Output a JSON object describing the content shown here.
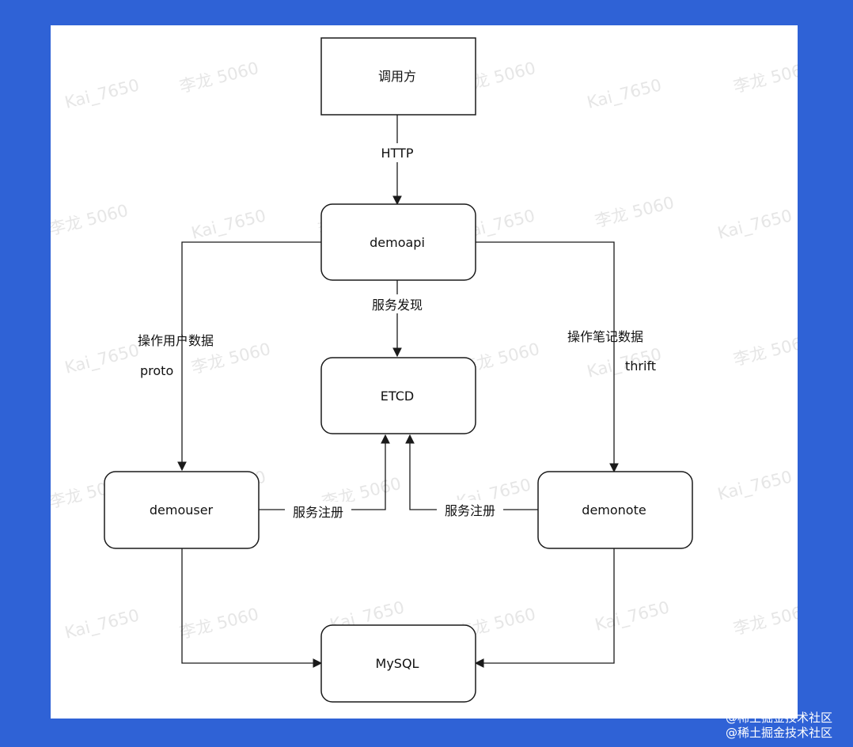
{
  "colors": {
    "background": "#2f62d6",
    "canvas": "#ffffff",
    "stroke": "#1a1a1a",
    "watermark": "#e6e6e6"
  },
  "nodes": {
    "caller": "调用方",
    "demoapi": "demoapi",
    "etcd": "ETCD",
    "demouser": "demouser",
    "demonote": "demonote",
    "mysql": "MySQL"
  },
  "edges": {
    "http": "HTTP",
    "discovery": "服务发现",
    "user_ops": "操作用户数据",
    "user_proto": "proto",
    "note_ops": "操作笔记数据",
    "note_proto": "thrift",
    "register_left": "服务注册",
    "register_right": "服务注册"
  },
  "watermarks": {
    "name_a": "Kai_7650",
    "name_b": "李龙 5060"
  },
  "branding": {
    "line1": "@稀土掘金技术社区",
    "line2": "@稀土掘金技术社区"
  }
}
